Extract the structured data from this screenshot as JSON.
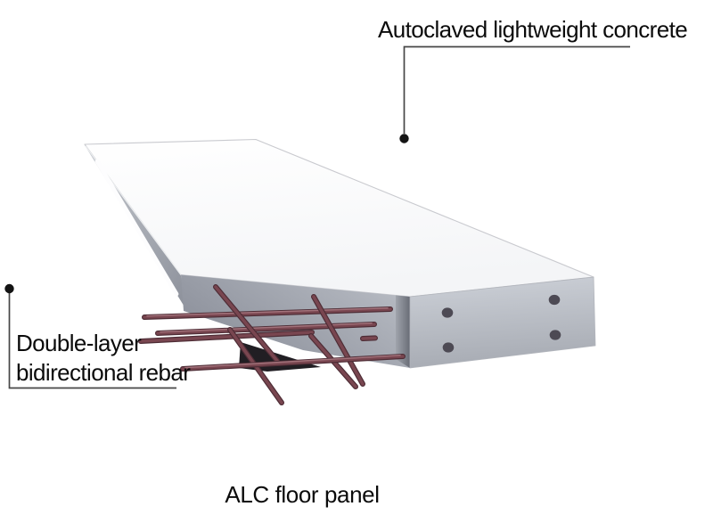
{
  "diagram": {
    "caption": "ALC floor panel",
    "labels": {
      "concrete": {
        "text": "Autoclaved lightweight concrete"
      },
      "rebar": {
        "line1": "Double-layer",
        "line2": "bidirectional rebar"
      }
    }
  },
  "colors": {
    "bg": "#ffffff",
    "text": "#0b0b0b",
    "leader": "#474747",
    "dot": "#141414",
    "top_face_a": "#ffffff",
    "top_face_b": "#f4f5f7",
    "edge_stroke": "#c9cacf",
    "wedge_a": "#c6cad0",
    "wedge_b": "#8d919b",
    "groove": "#fdfdfe",
    "cut_a": "#878b96",
    "cut_b": "#b7bbc3",
    "strip_a": "#686c76",
    "strip_b": "#a0a4ac",
    "end_a": "#cdd1d8",
    "end_b": "#a8acb4",
    "end_dot": "#4d4a54",
    "shadow": "#211e23",
    "rebar_dark": "#4e2d36",
    "rebar_mid": "#794650",
    "rebar_hi": "#aa7a83"
  }
}
